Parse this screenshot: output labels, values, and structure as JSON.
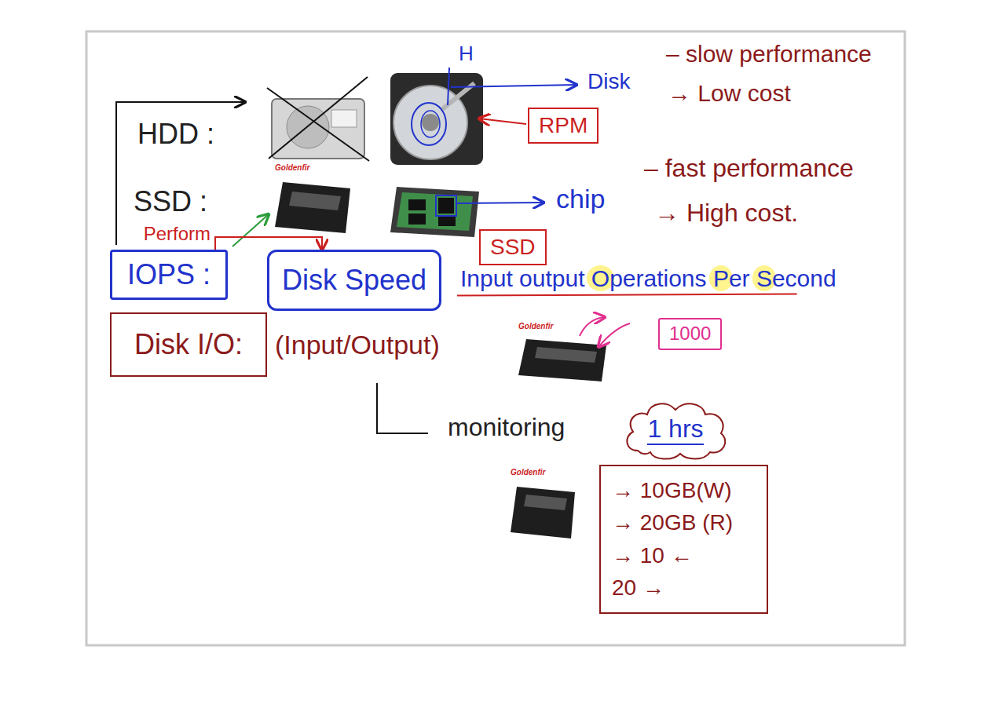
{
  "diagram": {
    "nodes": [
      {
        "text": [
          "RPM"
        ]
      },
      {
        "text": [
          "SSD"
        ]
      },
      {
        "text": [
          "IOPS :"
        ]
      },
      {
        "text": [
          "Disk Speed"
        ]
      },
      {
        "text": [
          "Disk I/O:"
        ]
      },
      {
        "text": [
          "1000"
        ]
      },
      {
        "text": [
          "1 hrs"
        ]
      },
      {
        "text": [
          "→ 10GB(W)",
          "→ 20GB (R)",
          "→ 10 ←",
          "20 →"
        ]
      }
    ],
    "edges": [
      {
        "from": 2,
        "to": 3,
        "arrow": "to",
        "label": "Perform"
      }
    ],
    "labels": [
      "H",
      "Disk",
      "– slow performance",
      "→ Low cost",
      "HDD :",
      "Goldenfir",
      "SSD :",
      "chip",
      "– fast performance",
      "→ High cost.",
      "Input output Operations Per Second",
      "Goldenfir",
      "(Input/Output)",
      "monitoring",
      "Goldenfir"
    ]
  }
}
